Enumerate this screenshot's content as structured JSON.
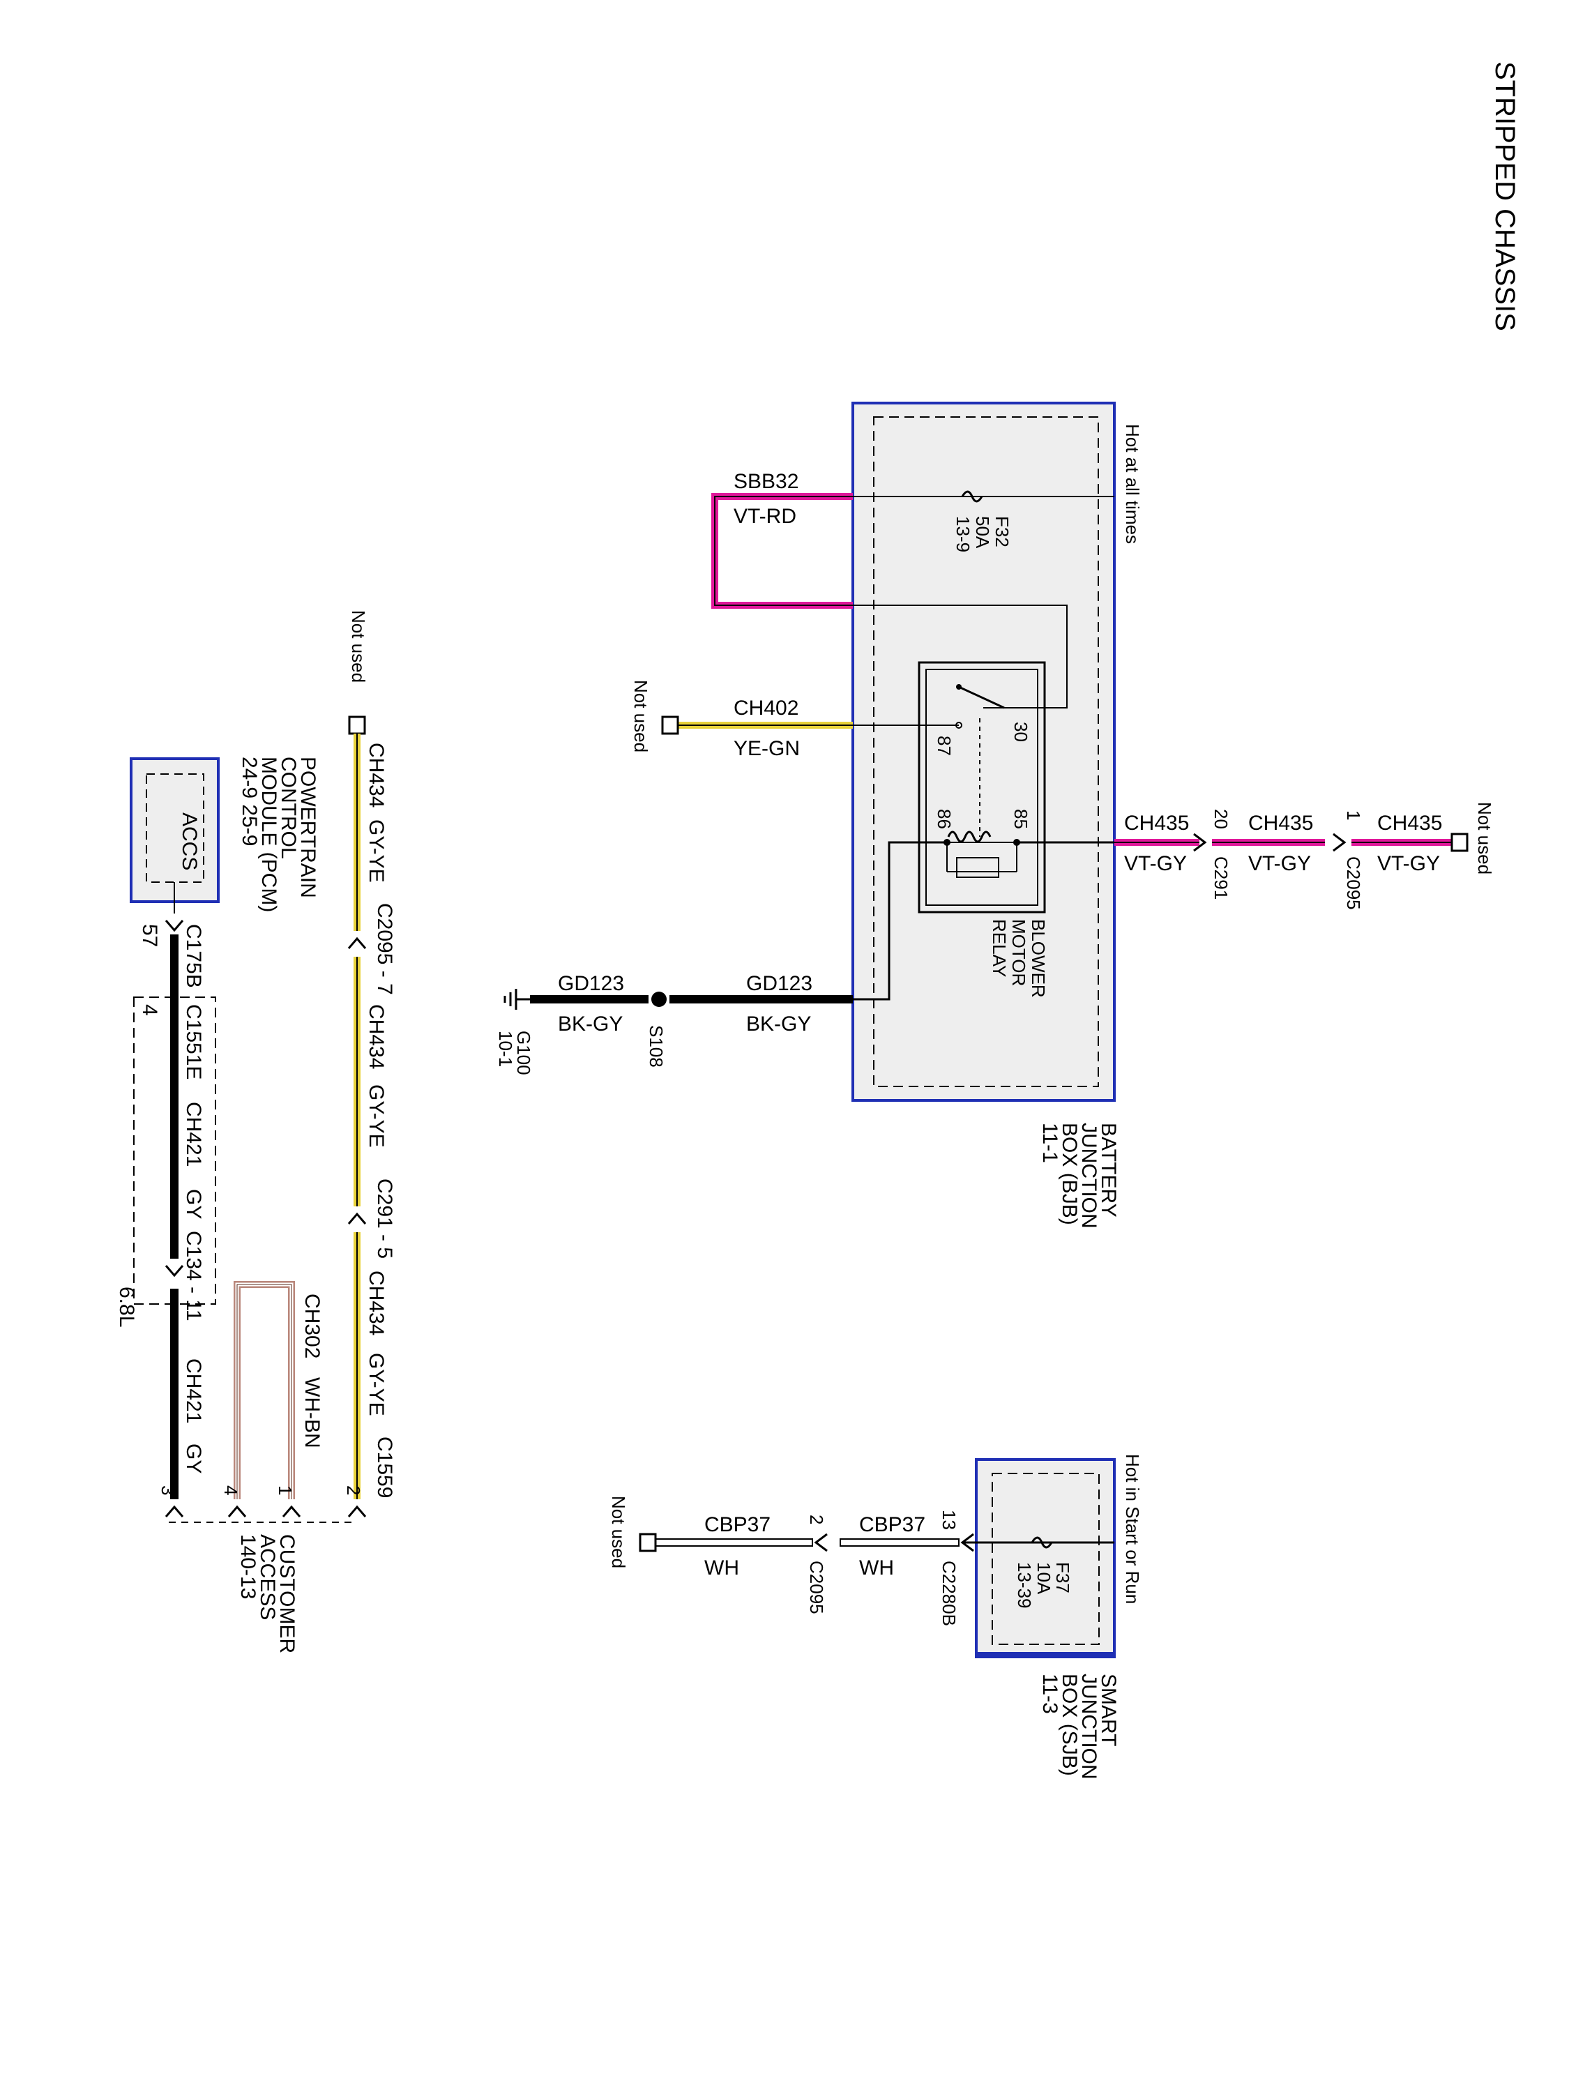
{
  "title": "STRIPPED CHASSIS",
  "colors": {
    "module_border": "#1f2fb4",
    "module_fill": "#eeeeee",
    "vt_wire": "#e0189a",
    "ye_wire": "#e8d23a",
    "wire_black": "#000000"
  },
  "battery_junction_box": {
    "hot_label": "Hot at all times",
    "fuse_name": "F32",
    "fuse_rating": "50A",
    "fuse_ref": "13-9",
    "name_line1": "BATTERY",
    "name_line2": "JUNCTION",
    "name_line3": "BOX (BJB)",
    "ref": "11-1"
  },
  "relay": {
    "line1": "BLOWER",
    "line2": "MOTOR",
    "line3": "RELAY",
    "pin30": "30",
    "pin87": "87",
    "pin85": "85",
    "pin86": "86"
  },
  "wires": {
    "sbb32": "SBB32",
    "vt_rd": "VT-RD",
    "ch402": "CH402",
    "ye_gn": "YE-GN",
    "ch435": "CH435",
    "vt_gy": "VT-GY",
    "gd123": "GD123",
    "bk_gy": "BK-GY",
    "cbp37": "CBP37",
    "wh": "WH",
    "ch434": "CH434",
    "gy_ye": "GY-YE",
    "ch421": "CH421",
    "gy": "GY",
    "ch302": "CH302",
    "wh_bn": "WH-BN"
  },
  "connectors": {
    "c291": "C291",
    "c291_pin": "20",
    "c2095": "C2095",
    "c2095_pin": "1",
    "c2280b": "C2280B",
    "c2280b_pin": "13",
    "c2095_wh_pin": "2",
    "c2095_7": "C2095 - 7",
    "c291_5": "C291 - 5",
    "c1559": "C1559",
    "c175b": "C175B",
    "c175b_pin": "57",
    "c1551e": "C1551E",
    "c1551e_pin": "4",
    "c134_11": "C134 - 11",
    "pin2": "2",
    "pin1": "1",
    "pin4": "4",
    "pin3": "3"
  },
  "splice": {
    "name": "S108"
  },
  "ground": {
    "name": "G100",
    "ref": "10-1"
  },
  "not_used": "Not used",
  "smart_junction_box": {
    "hot_label": "Hot in Start or Run",
    "fuse_name": "F37",
    "fuse_rating": "10A",
    "fuse_ref": "13-39",
    "name_line1": "SMART",
    "name_line2": "JUNCTION",
    "name_line3": "BOX (SJB)",
    "ref": "11-3"
  },
  "pcm": {
    "line1": "POWERTRAIN",
    "line2": "CONTROL",
    "line3": "MODULE (PCM)",
    "refs": "24-9   25-9",
    "accs": "ACCS"
  },
  "customer_access": {
    "line1": "CUSTOMER",
    "line2": "ACCESS",
    "ref": "140-13"
  },
  "engine_option": "6.8L"
}
